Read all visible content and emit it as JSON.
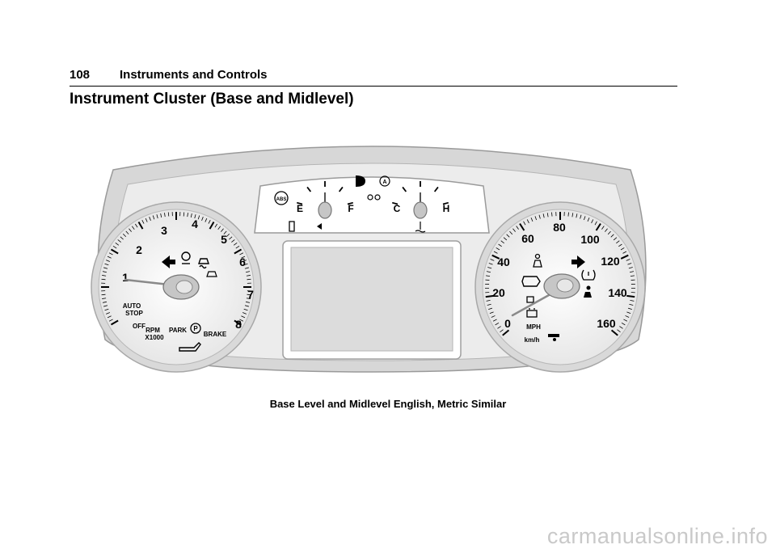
{
  "header": {
    "page_number": "108",
    "chapter": "Instruments and Controls"
  },
  "section_title": "Instrument Cluster (Base and Midlevel)",
  "figure": {
    "tach": {
      "numbers": [
        "1",
        "2",
        "3",
        "4",
        "5",
        "6",
        "7",
        "8"
      ],
      "auto_stop": [
        "AUTO",
        "STOP"
      ],
      "off": "OFF",
      "rpm": [
        "RPM",
        "X1000"
      ],
      "park": "PARK",
      "brake": "BRAKE",
      "park_lamp_letter": "P"
    },
    "center": {
      "fuel_empty": "E",
      "fuel_full": "F",
      "temp_cold": "C",
      "temp_hot": "H",
      "abs": "ABS",
      "auto_lamp": "A"
    },
    "speedo": {
      "numbers": [
        "0",
        "20",
        "40",
        "60",
        "80",
        "100",
        "120",
        "140",
        "160"
      ],
      "mph": "MPH",
      "kmh": "km/h"
    }
  },
  "caption": "Base Level and Midlevel English, Metric Similar",
  "watermark": "carmanualsonline.info"
}
